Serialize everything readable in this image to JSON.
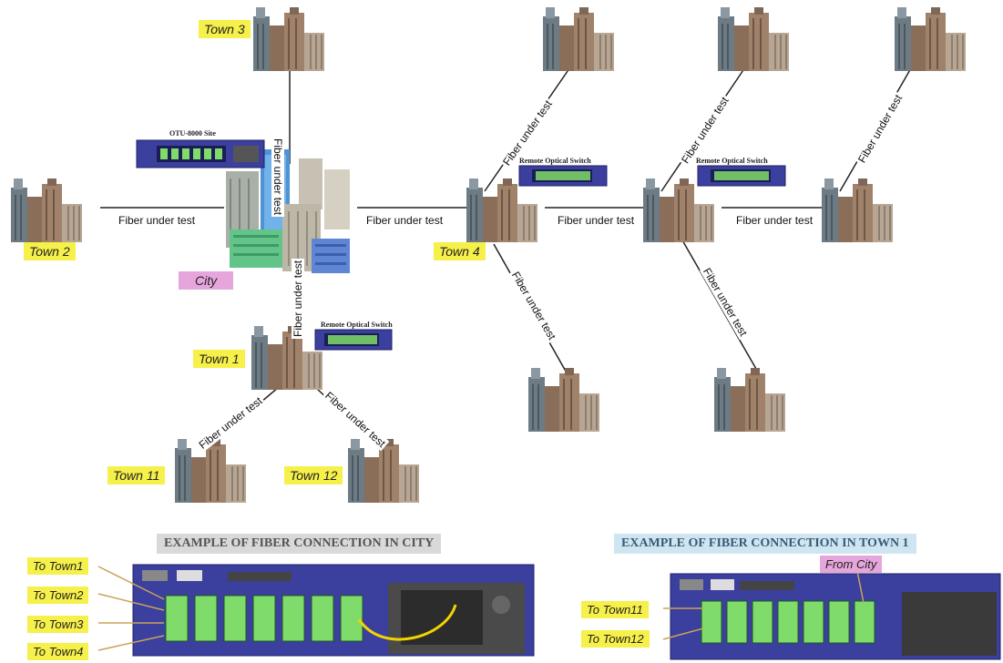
{
  "labels": {
    "town3": "Town 3",
    "town2": "Town 2",
    "town4": "Town 4",
    "city": "City",
    "town1": "Town 1",
    "town11": "Town 11",
    "town12": "Town 12"
  },
  "fiber_label": "Fiber under test",
  "equipment": {
    "otu_site": "OTU-8000 Site",
    "remote_switch": "Remote Optical Switch"
  },
  "captions": {
    "city": "EXAMPLE OF FIBER CONNECTION IN CITY",
    "town1": "EXAMPLE OF FIBER CONNECTION IN TOWN 1"
  },
  "connections_city": [
    "To Town1",
    "To Town2",
    "To Town3",
    "To Town4"
  ],
  "connections_town1": {
    "from": "From City",
    "to": [
      "To Town11",
      "To Town12"
    ]
  },
  "colors": {
    "label_yellow": "#f6f04a",
    "label_pink": "#e6a6dc",
    "rack_blue": "#3b3f9e",
    "port_green": "#7fdc6b",
    "fiber_yellow": "#f2d400"
  }
}
